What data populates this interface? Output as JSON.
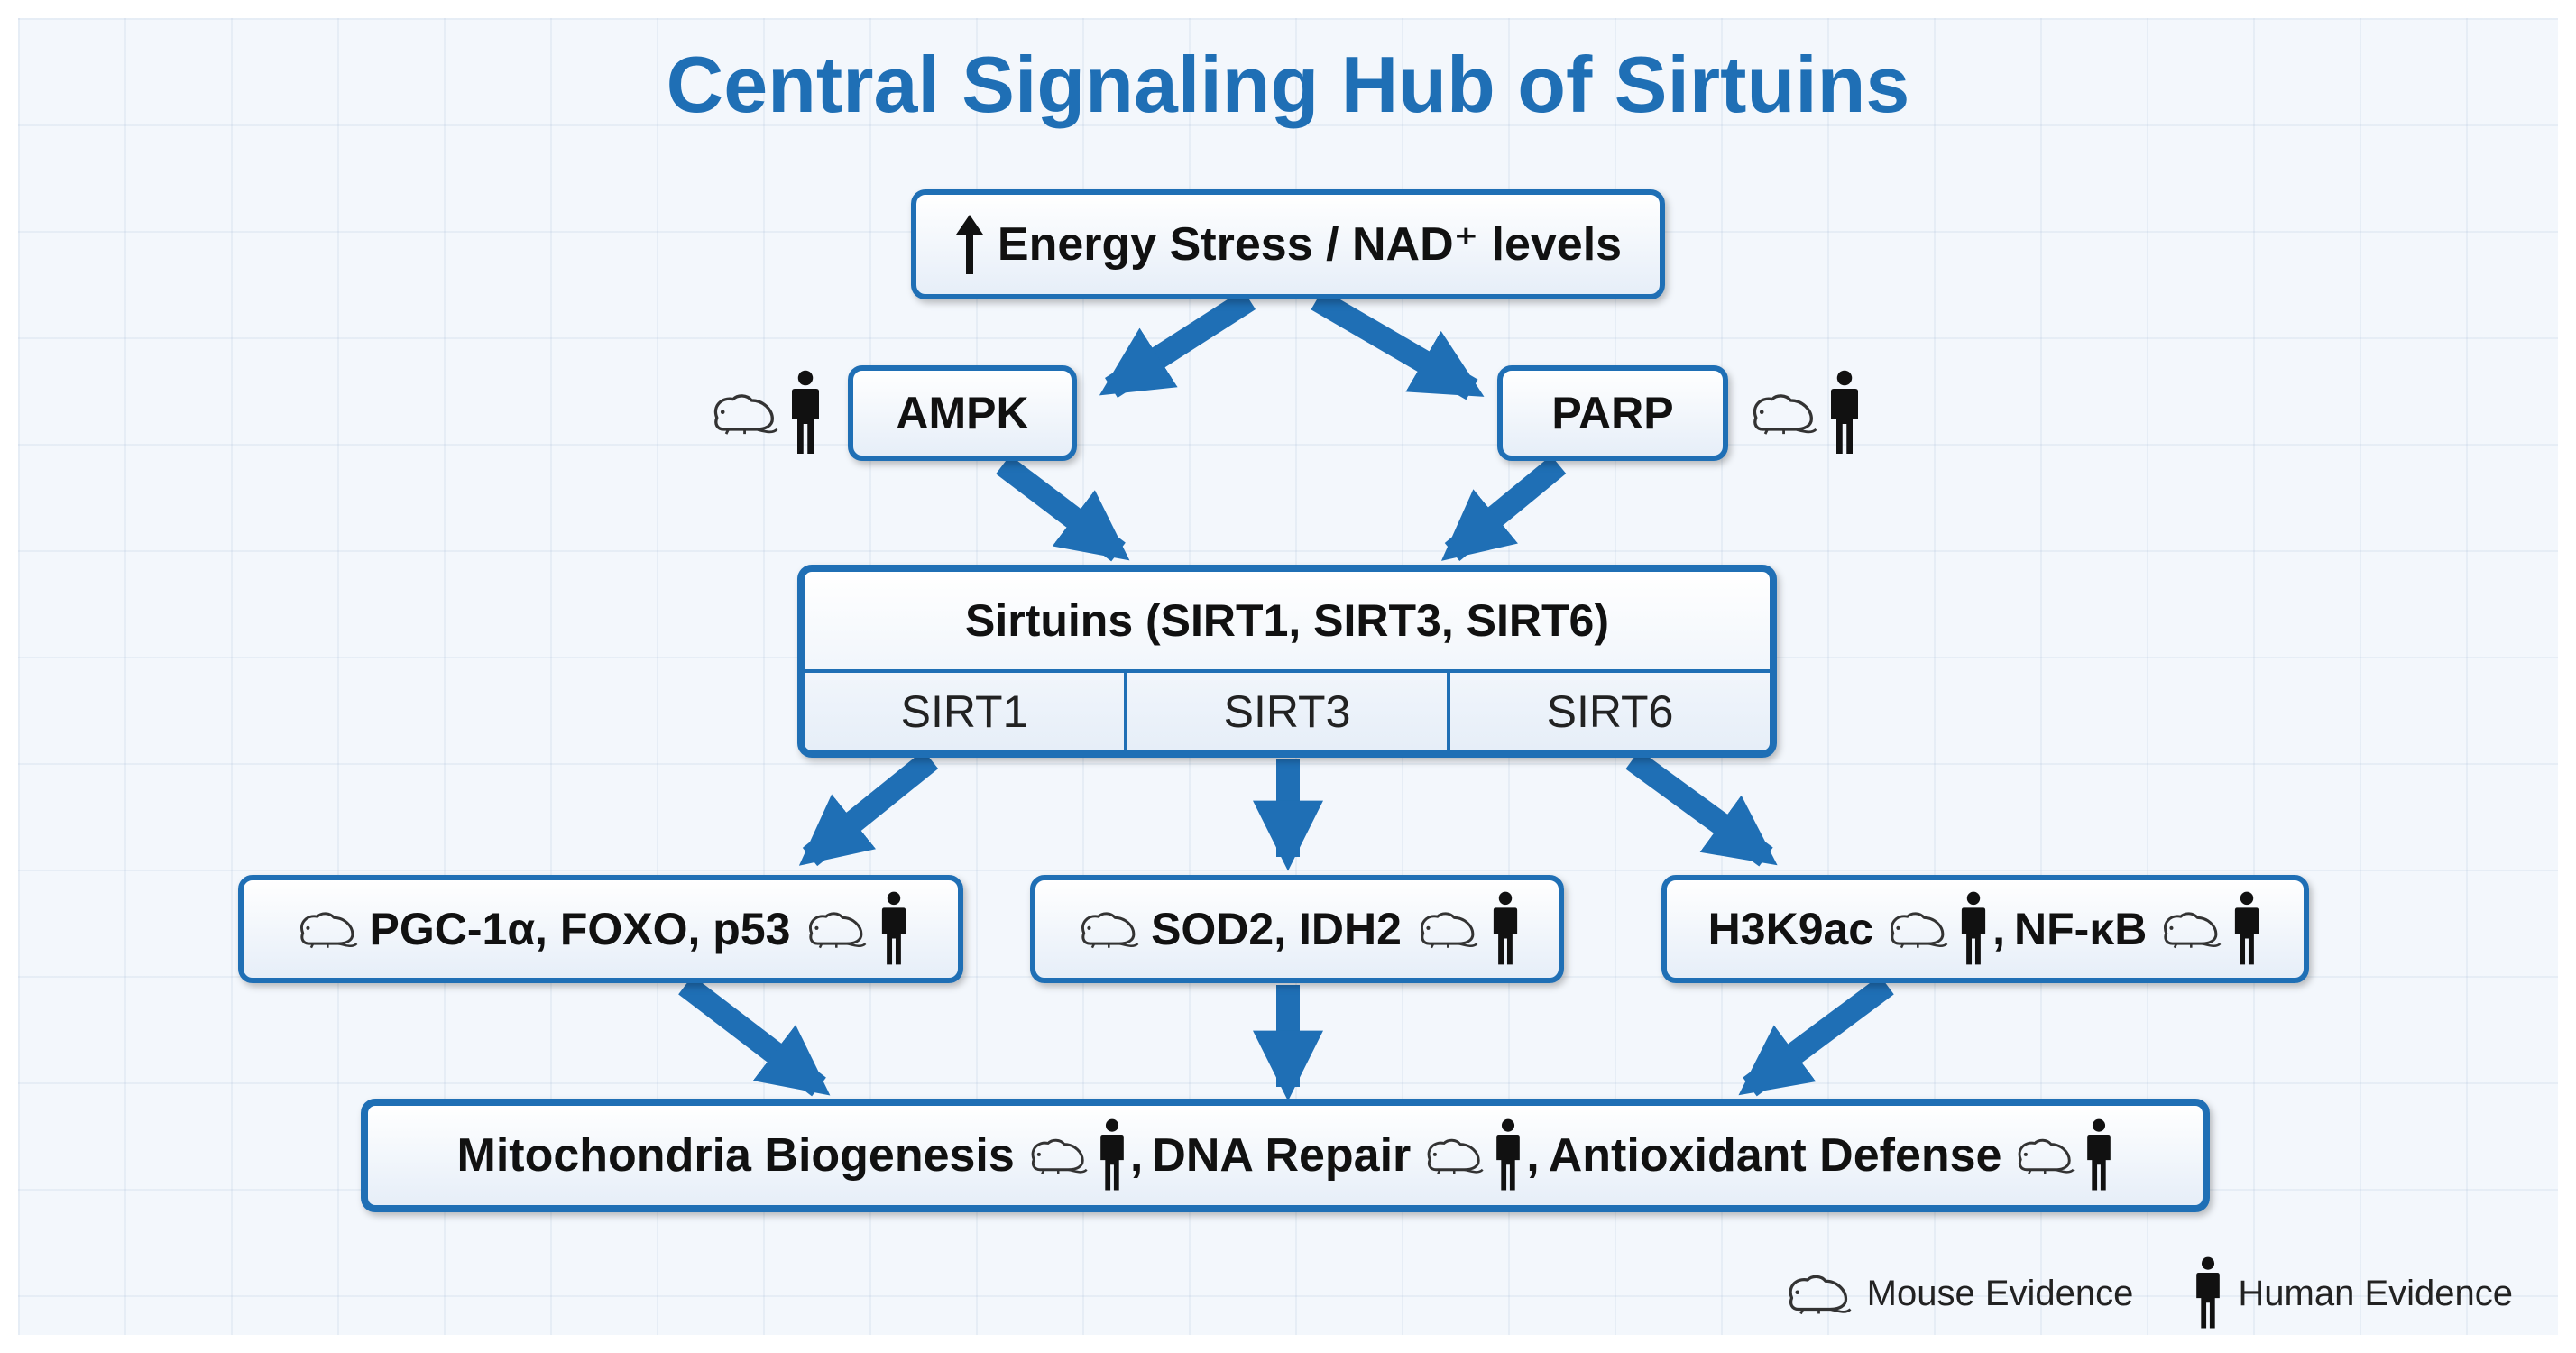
{
  "title": "Central Signaling Hub of Sirtuins",
  "top_box": {
    "arrow_icon": "up-arrow-icon",
    "label": "Energy Stress / NAD⁺ levels"
  },
  "ampk": {
    "label": "AMPK"
  },
  "parp": {
    "label": "PARP"
  },
  "sirtuins": {
    "header": "Sirtuins (SIRT1, SIRT3, SIRT6)",
    "cells": [
      "SIRT1",
      "SIRT3",
      "SIRT6"
    ]
  },
  "targets": {
    "left": {
      "label": "PGC-1α, FOXO, p53"
    },
    "middle": {
      "label": "SOD2, IDH2"
    },
    "right": {
      "part1": "H3K9ac",
      "sep": ",",
      "part2": "NF-κB"
    }
  },
  "outcomes": {
    "item1": "Mitochondria Biogenesis",
    "sep1": ",",
    "item2": "DNA Repair",
    "sep2": ",",
    "item3": "Antioxidant Defense"
  },
  "legend": {
    "mouse": "Mouse Evidence",
    "human": "Human Evidence"
  },
  "colors": {
    "accent": "#1f6fb5",
    "arrow": "#1f6fb5",
    "text": "#111111"
  },
  "icons": {
    "mouse": "mouse-icon",
    "human": "human-icon"
  }
}
